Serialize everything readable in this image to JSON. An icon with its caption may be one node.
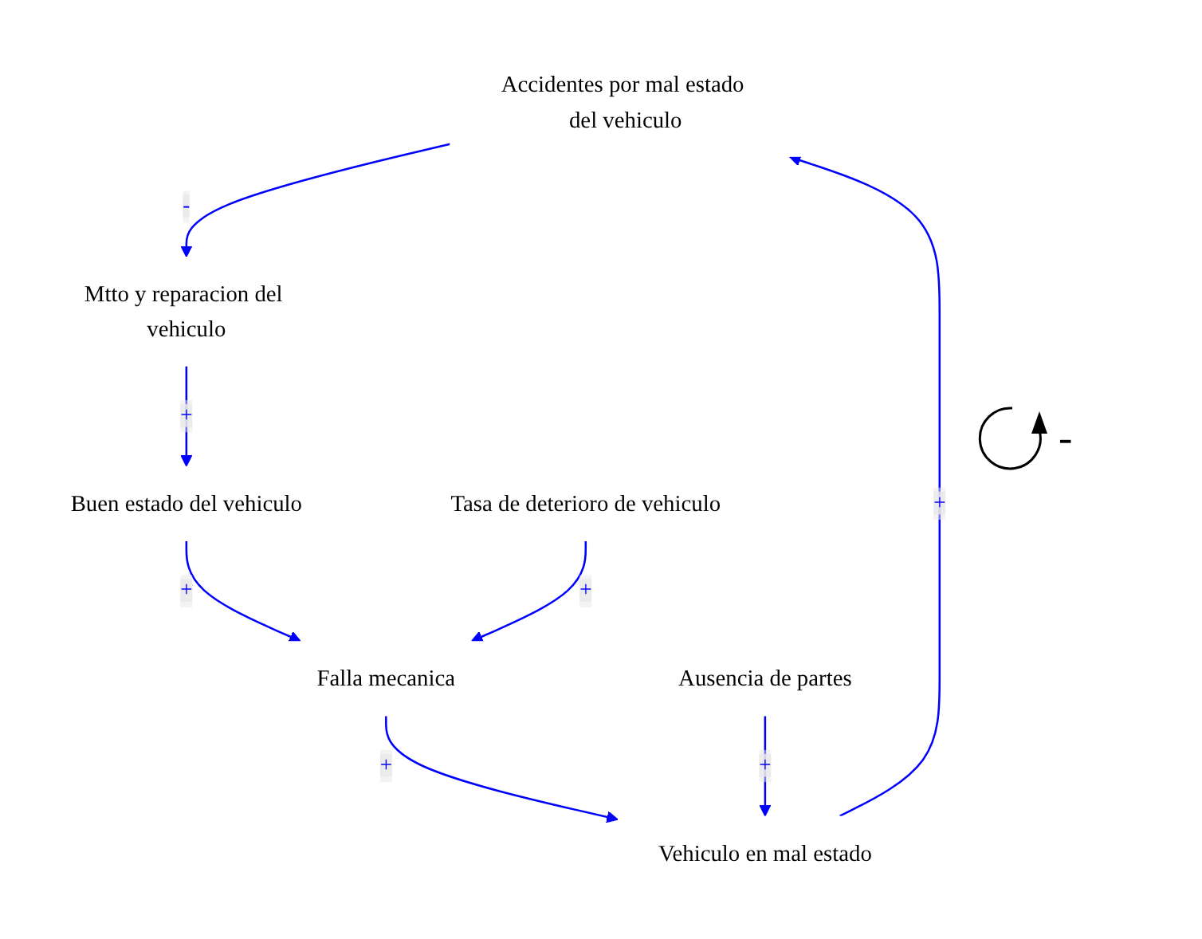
{
  "diagram": {
    "nodes": [
      {
        "text": [
          "Accidentes por mal estado del vehiculo"
        ]
      },
      {
        "text": [
          "Ausencia de partes"
        ]
      },
      {
        "text": [
          "Mtto y reparacion del vehiculo"
        ]
      },
      {
        "text": [
          "Vehiculo en mal estado"
        ]
      },
      {
        "text": [
          "Buen estado del vehiculo"
        ]
      },
      {
        "text": [
          "Falla mecanica"
        ]
      },
      {
        "text": [
          "Tasa de deterioro de vehiculo"
        ]
      }
    ],
    "edges": [
      {
        "from": 0,
        "to": 2,
        "arrow": "to",
        "label": "-"
      },
      {
        "from": 2,
        "to": 4,
        "arrow": "to",
        "label": "+"
      },
      {
        "from": 4,
        "to": 5,
        "arrow": "to",
        "label": "+"
      },
      {
        "from": 5,
        "to": 3,
        "arrow": "to",
        "label": "+"
      },
      {
        "from": 3,
        "to": 0,
        "arrow": "to",
        "label": "+"
      },
      {
        "from": 1,
        "to": 3,
        "arrow": "to",
        "label": "+"
      },
      {
        "from": 6,
        "to": 5,
        "arrow": "to",
        "label": "+"
      }
    ],
    "labels": [
      "-"
    ]
  }
}
